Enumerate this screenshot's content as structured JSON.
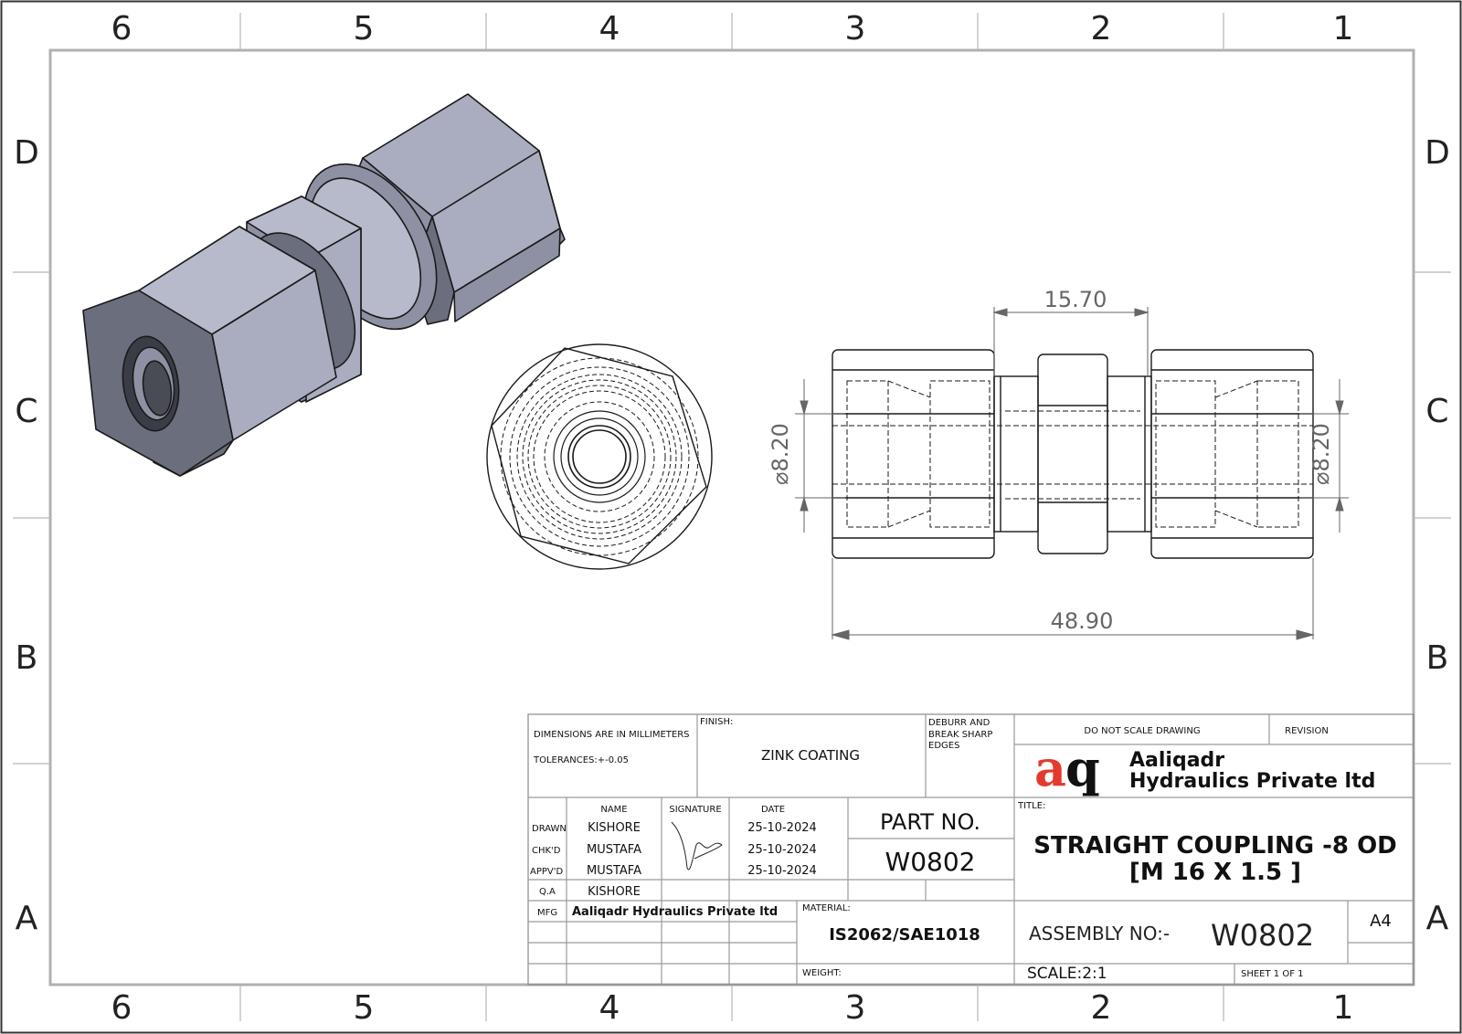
{
  "zones": {
    "columns": [
      "6",
      "5",
      "4",
      "3",
      "2",
      "1"
    ],
    "rows": [
      "D",
      "C",
      "B",
      "A"
    ]
  },
  "dimensions": {
    "hex_width": "15.70",
    "overall_length": "48.90",
    "bore_left": "⌀8.20",
    "bore_right": "⌀8.20"
  },
  "title_block": {
    "units_note": "DIMENSIONS ARE IN MILLIMETERS",
    "tolerances": "TOLERANCES:+-0.05",
    "finish_label": "FINISH:",
    "finish_value": "ZINK COATING",
    "deburr": "DEBURR AND BREAK SHARP EDGES",
    "do_not_scale": "DO NOT SCALE DRAWING",
    "revision_label": "REVISION",
    "company_logo_text": "aq",
    "company_name_line1": "Aaliqadr",
    "company_name_line2": "Hydraulics Private ltd",
    "col_name": "NAME",
    "col_signature": "SIGNATURE",
    "col_date": "DATE",
    "rows": [
      {
        "role": "DRAWN",
        "name": "KISHORE",
        "date": "25-10-2024"
      },
      {
        "role": "CHK'D",
        "name": "MUSTAFA",
        "date": "25-10-2024"
      },
      {
        "role": "APPV'D",
        "name": "MUSTAFA",
        "date": "25-10-2024"
      },
      {
        "role": "Q.A",
        "name": "KISHORE",
        "date": ""
      }
    ],
    "mfg_label": "MFG",
    "mfg_value": "Aaliqadr Hydraulics Private ltd",
    "part_no_label": "PART NO.",
    "part_no_value": "W0802",
    "title_label": "TITLE:",
    "title_line1": "STRAIGHT COUPLING -8 OD",
    "title_line2": "[M 16 X 1.5 ]",
    "material_label": "MATERIAL:",
    "material_value": "IS2062/SAE1018",
    "weight_label": "WEIGHT:",
    "assembly_label": "ASSEMBLY NO:-",
    "assembly_value": "W0802",
    "sheet_size": "A4",
    "scale": "SCALE:2:1",
    "sheet": "SHEET 1 OF 1"
  },
  "colors": {
    "border": "#a8a8a8",
    "hex_light": "#a9adbf",
    "hex_mid": "#8d91a3",
    "hex_dark": "#6b6e7d",
    "logo_red": "#e23b2e",
    "logo_black": "#111111"
  }
}
